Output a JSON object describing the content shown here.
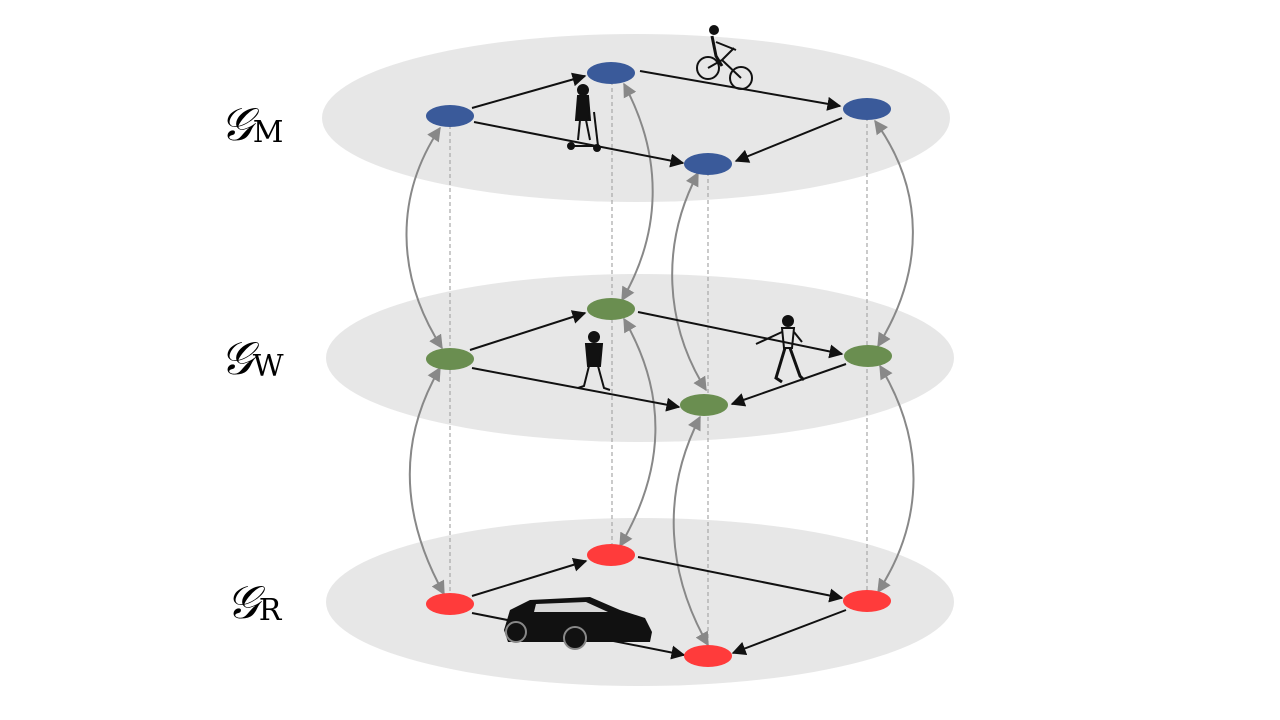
{
  "colors": {
    "plane_fill": "#e7e7e7",
    "node_m": "#3a5a9a",
    "node_w": "#6a8e50",
    "node_r": "#ff3b3b",
    "inter_edge": "#888888",
    "intra_edge": "#111111",
    "dashed": "#a8a8a8"
  },
  "layers": [
    {
      "id": "m",
      "symbol": "𝒢",
      "subscript": "M",
      "icon": "cyclist-and-scooter-icons"
    },
    {
      "id": "w",
      "symbol": "𝒢",
      "subscript": "W",
      "icon": "pedestrian-icons"
    },
    {
      "id": "r",
      "symbol": "𝒢",
      "subscript": "R",
      "icon": "car-icon"
    }
  ]
}
